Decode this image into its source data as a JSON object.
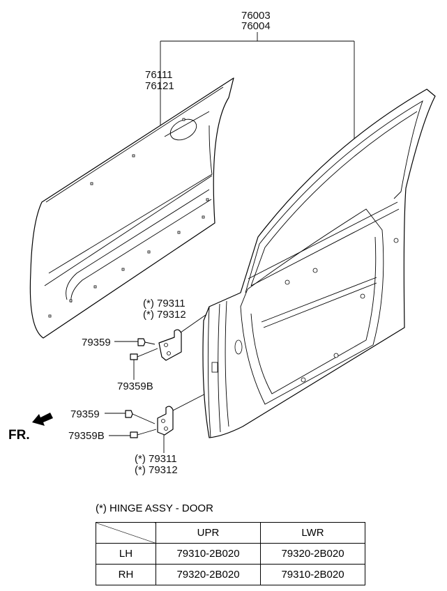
{
  "labels": {
    "door_assy": [
      "76003",
      "76004"
    ],
    "outer_panel": [
      "76111",
      "76121"
    ],
    "upper_hinge": [
      "(*) 79311",
      "(*) 79312"
    ],
    "upper_bolt": "79359",
    "upper_bolt_b": "79359B",
    "lower_bolt": "79359",
    "lower_bolt_b": "79359B",
    "lower_hinge": [
      "(*) 79311",
      "(*) 79312"
    ],
    "front_indicator": "FR."
  },
  "note": "(*) HINGE ASSY - DOOR",
  "table": {
    "headers": [
      "",
      "UPR",
      "LWR"
    ],
    "rows": [
      {
        "side": "LH",
        "upr": "79310-2B020",
        "lwr": "79320-2B020"
      },
      {
        "side": "RH",
        "upr": "79320-2B020",
        "lwr": "79310-2B020"
      }
    ]
  },
  "icons": [
    "front-arrow-icon"
  ]
}
